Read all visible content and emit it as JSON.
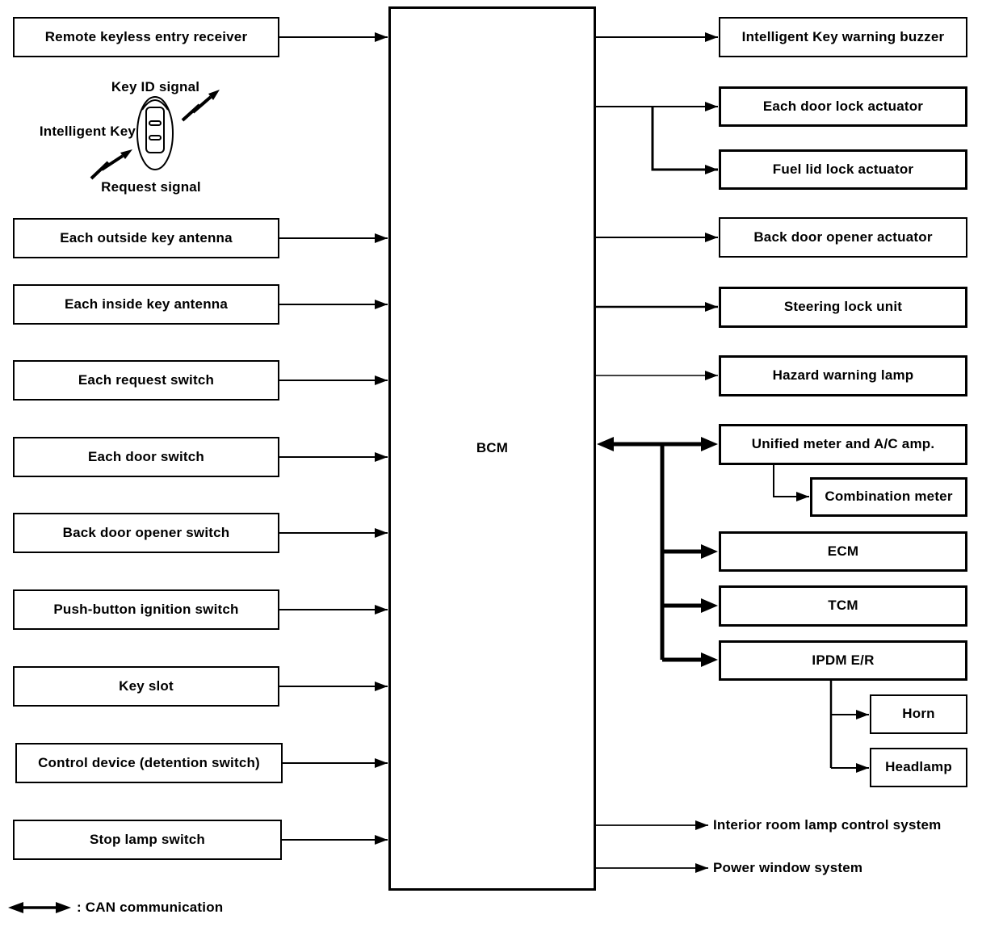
{
  "center_box": {
    "label": "BCM"
  },
  "left_boxes": [
    {
      "label": "Remote keyless entry receiver"
    },
    {
      "label": "Each outside key antenna"
    },
    {
      "label": "Each inside key antenna"
    },
    {
      "label": "Each request switch"
    },
    {
      "label": "Each door switch"
    },
    {
      "label": "Back door opener switch"
    },
    {
      "label": "Push-button ignition switch"
    },
    {
      "label": "Key slot"
    },
    {
      "label": "Control device (detention switch)"
    },
    {
      "label": "Stop lamp switch"
    }
  ],
  "right_boxes": [
    {
      "label": "Intelligent Key warning buzzer"
    },
    {
      "label": "Each door lock actuator"
    },
    {
      "label": "Fuel lid lock actuator"
    },
    {
      "label": "Back door opener actuator"
    },
    {
      "label": "Steering lock unit"
    },
    {
      "label": "Hazard warning lamp"
    },
    {
      "label": "Unified meter and A/C amp."
    },
    {
      "label": "Combination meter"
    },
    {
      "label": "ECM"
    },
    {
      "label": "TCM"
    },
    {
      "label": "IPDM E/R"
    },
    {
      "label": "Horn"
    },
    {
      "label": "Headlamp"
    }
  ],
  "system_labels": {
    "interior": "Interior room lamp control system",
    "power_window": "Power window system"
  },
  "key_fob": {
    "key_id_signal": "Key ID signal",
    "intelligent_key": "Intelligent Key",
    "request_signal": "Request signal"
  },
  "legend": {
    "can_label": ": CAN communication"
  },
  "colors": {
    "line": "#000000",
    "background": "#ffffff"
  },
  "connections": [
    {
      "from": "Remote keyless entry receiver",
      "to": "BCM",
      "style": "arrow"
    },
    {
      "from": "Each outside key antenna",
      "to": "BCM",
      "style": "arrow"
    },
    {
      "from": "Each inside key antenna",
      "to": "BCM",
      "style": "arrow"
    },
    {
      "from": "Each request switch",
      "to": "BCM",
      "style": "arrow"
    },
    {
      "from": "Each door switch",
      "to": "BCM",
      "style": "arrow"
    },
    {
      "from": "Back door opener switch",
      "to": "BCM",
      "style": "arrow"
    },
    {
      "from": "Push-button ignition switch",
      "to": "BCM",
      "style": "arrow"
    },
    {
      "from": "Key slot",
      "to": "BCM",
      "style": "arrow"
    },
    {
      "from": "Control device (detention switch)",
      "to": "BCM",
      "style": "arrow"
    },
    {
      "from": "Stop lamp switch",
      "to": "BCM",
      "style": "arrow"
    },
    {
      "from": "BCM",
      "to": "Intelligent Key warning buzzer",
      "style": "arrow"
    },
    {
      "from": "BCM",
      "to": "Each door lock actuator",
      "style": "arrow"
    },
    {
      "from": "BCM",
      "to": "Fuel lid lock actuator",
      "style": "arrow-branch"
    },
    {
      "from": "BCM",
      "to": "Back door opener actuator",
      "style": "arrow"
    },
    {
      "from": "BCM",
      "to": "Steering lock unit",
      "style": "arrow"
    },
    {
      "from": "BCM",
      "to": "Hazard warning lamp",
      "style": "arrow"
    },
    {
      "from": "BCM",
      "to": "Unified meter and A/C amp.",
      "style": "can-double-arrow"
    },
    {
      "from": "Unified meter and A/C amp.",
      "to": "Combination meter",
      "style": "arrow"
    },
    {
      "from": "BCM",
      "to": "ECM",
      "style": "can-thick-arrow"
    },
    {
      "from": "BCM",
      "to": "TCM",
      "style": "can-thick-arrow"
    },
    {
      "from": "BCM",
      "to": "IPDM E/R",
      "style": "can-thick-arrow"
    },
    {
      "from": "IPDM E/R",
      "to": "Horn",
      "style": "arrow"
    },
    {
      "from": "IPDM E/R",
      "to": "Headlamp",
      "style": "arrow"
    },
    {
      "from": "BCM",
      "to": "Interior room lamp control system",
      "style": "arrow"
    },
    {
      "from": "BCM",
      "to": "Power window system",
      "style": "arrow"
    }
  ]
}
